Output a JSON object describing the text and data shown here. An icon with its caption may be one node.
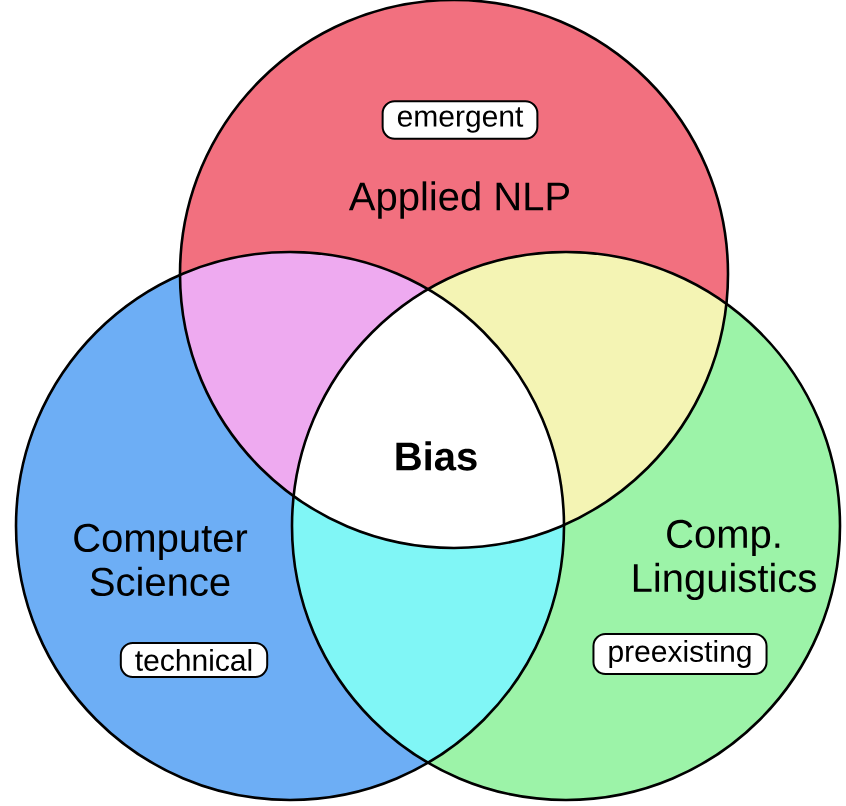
{
  "diagram": {
    "nodes": [
      {
        "text": [
          "Applied NLP"
        ]
      },
      {
        "text": [
          "emergent"
        ],
        "in": 0
      },
      {
        "text": [
          "Computer Science"
        ]
      },
      {
        "text": [
          "technical"
        ],
        "in": 2
      },
      {
        "text": [
          "Comp. Linguistics"
        ]
      },
      {
        "text": [
          "preexisting"
        ],
        "in": 4
      },
      {
        "text": [
          "Bias"
        ]
      }
    ]
  }
}
